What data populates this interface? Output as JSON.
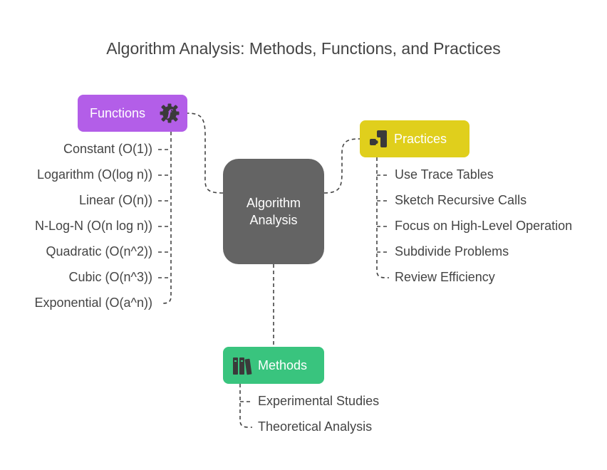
{
  "title": "Algorithm Analysis: Methods, Functions, and Practices",
  "center": {
    "line1": "Algorithm",
    "line2": "Analysis",
    "color": "#646464"
  },
  "functions": {
    "label": "Functions",
    "icon": "function-gear-icon",
    "color": "#b35ee8",
    "items": [
      "Constant (O(1))",
      "Logarithm (O(log n))",
      "Linear (O(n))",
      "N-Log-N (O(n log n))",
      "Quadratic (O(n^2))",
      "Cubic (O(n^3))",
      "Exponential (O(a^n))"
    ]
  },
  "practices": {
    "label": "Practices",
    "icon": "puzzle-pieces-icon",
    "color": "#e0cf1c",
    "items": [
      "Use Trace Tables",
      "Sketch Recursive Calls",
      "Focus on High-Level Operation",
      "Subdivide Problems",
      "Review Efficiency"
    ]
  },
  "methods": {
    "label": "Methods",
    "icon": "books-icon",
    "color": "#39c47e",
    "items": [
      "Experimental Studies",
      "Theoretical Analysis"
    ]
  }
}
